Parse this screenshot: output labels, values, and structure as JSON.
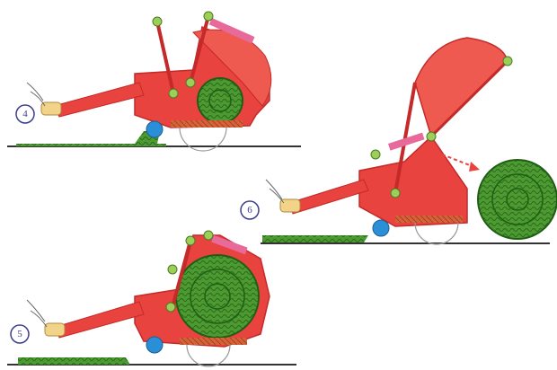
{
  "figure": {
    "panels": [
      {
        "step": "4",
        "bale_state": "forming"
      },
      {
        "step": "6",
        "bale_state": "ejected"
      },
      {
        "step": "5",
        "bale_state": "full"
      }
    ]
  },
  "colors": {
    "baler_red": "#e8433e",
    "baler_dark_red": "#c42a2a",
    "bale_green": "#3f8f2a",
    "bale_dark_green": "#1f5e14",
    "roller_blue": "#2a8fd6",
    "ground": "#333333",
    "pink_cylinder": "#e86a9a",
    "hitch_yellow": "#f2d38a",
    "label_circle": "#3a3f8f"
  }
}
